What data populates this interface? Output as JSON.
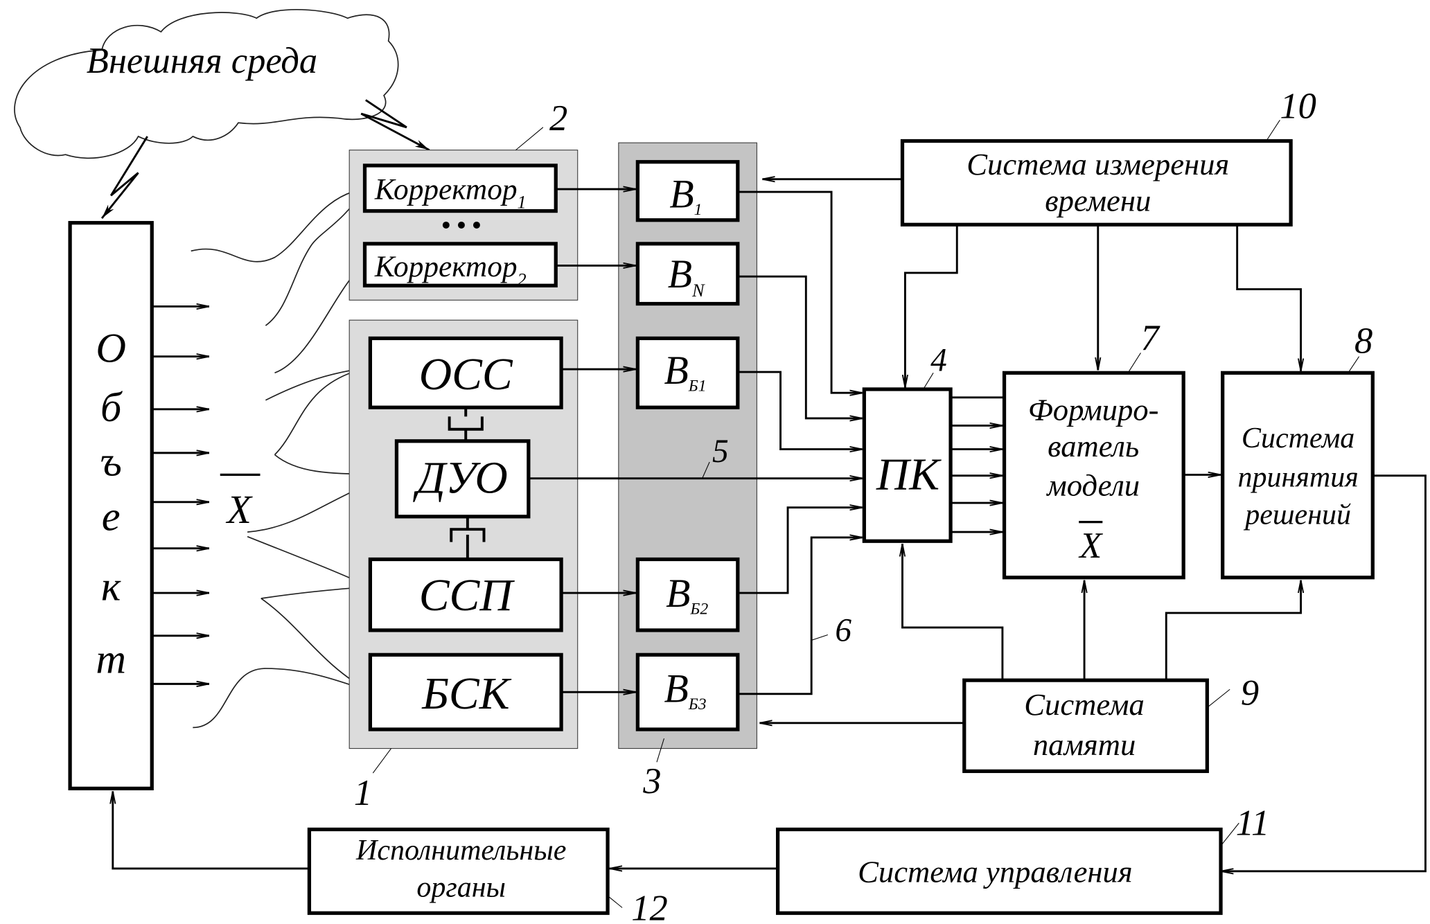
{
  "diagram": {
    "environment": {
      "label": "Внешняя среда"
    },
    "object": {
      "label_letters": [
        "О",
        "б",
        "ъ",
        "е",
        "к",
        "т"
      ]
    },
    "signal_vector": {
      "symbol": "X"
    },
    "groups": {
      "sensors": {
        "number": "1"
      },
      "correctors": {
        "number": "2"
      },
      "converters": {
        "number": "3"
      }
    },
    "blocks": {
      "corrector_1": {
        "label": "Корректор",
        "sub": "1"
      },
      "corrector_2": {
        "label": "Корректор",
        "sub": "2"
      },
      "oss": {
        "label": "ОСС"
      },
      "duo": {
        "label": "ДУО"
      },
      "ssp": {
        "label": "ССП"
      },
      "bsk": {
        "label": "БСК"
      },
      "b1": {
        "label": "B",
        "sub": "1"
      },
      "bn": {
        "label": "B",
        "sub": "N"
      },
      "bb1": {
        "label": "B",
        "sub": "Б1"
      },
      "bb2": {
        "label": "B",
        "sub": "Б2"
      },
      "bb3": {
        "label": "B",
        "sub": "Б3"
      },
      "pk": {
        "label": "ПК",
        "number": "4"
      },
      "model_former": {
        "lines": [
          "Формиро-",
          "ватель",
          "модели"
        ],
        "symbol": "X",
        "number": "7"
      },
      "decision": {
        "lines": [
          "Система",
          "принятия",
          "решений"
        ],
        "number": "8"
      },
      "memory": {
        "lines": [
          "Система",
          "памяти"
        ],
        "number": "9"
      },
      "time": {
        "lines": [
          "Система измерения",
          "времени"
        ],
        "number": "10"
      },
      "control": {
        "label": "Система управления",
        "number": "11"
      },
      "actuators": {
        "lines": [
          "Исполнительные",
          "органы"
        ],
        "number": "12"
      }
    },
    "line_labels": {
      "duo_line": "5",
      "bb3_line": "6"
    },
    "dots": "•   •   •"
  }
}
